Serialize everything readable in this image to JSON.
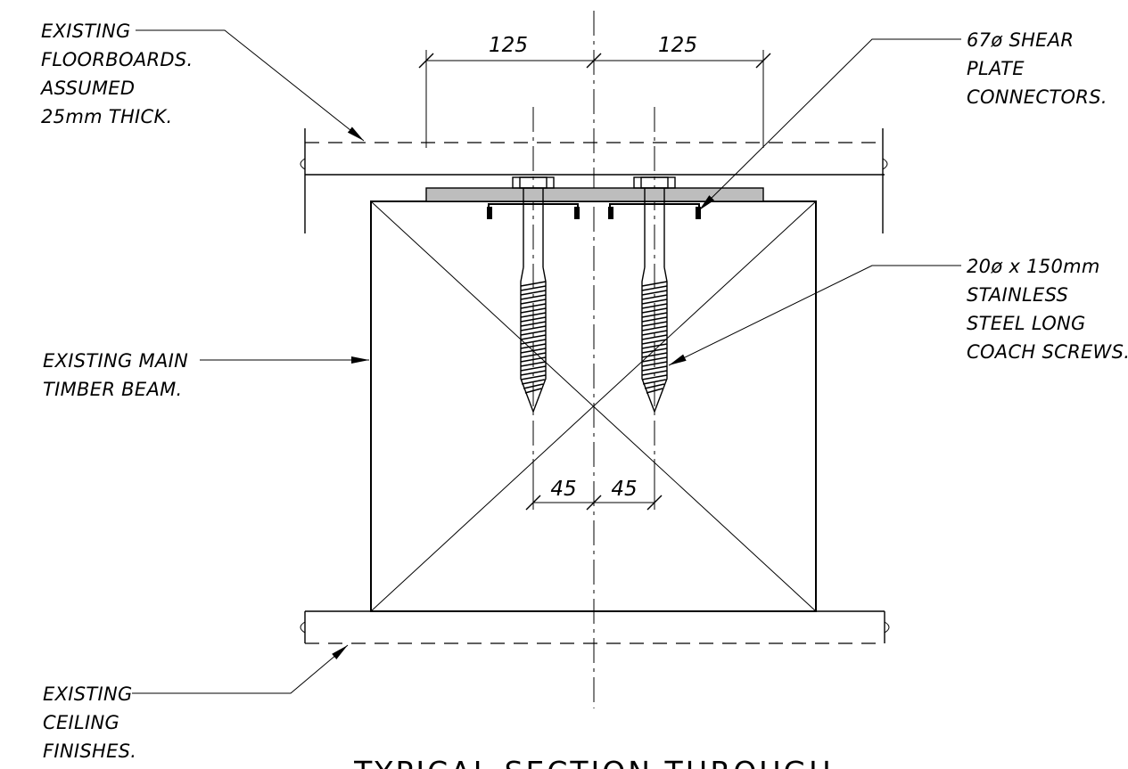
{
  "labels": {
    "floorboards": [
      "EXISTING",
      "FLOORBOARDS.",
      "ASSUMED",
      "25mm  THICK."
    ],
    "shear_plate": [
      "67ø  SHEAR",
      "PLATE",
      "CONNECTORS."
    ],
    "coach_screws": [
      "20ø  x  150mm",
      "STAINLESS",
      "STEEL  LONG",
      "COACH  SCREWS."
    ],
    "main_beam": [
      "EXISTING  MAIN",
      "TIMBER  BEAM."
    ],
    "ceiling": [
      "EXISTING",
      "CEILING",
      "FINISHES."
    ]
  },
  "dimensions": {
    "top_left": "125",
    "top_right": "125",
    "bottom_left": "45",
    "bottom_right": "45"
  },
  "title": "TYPICAL  SECTION  THROUGH"
}
